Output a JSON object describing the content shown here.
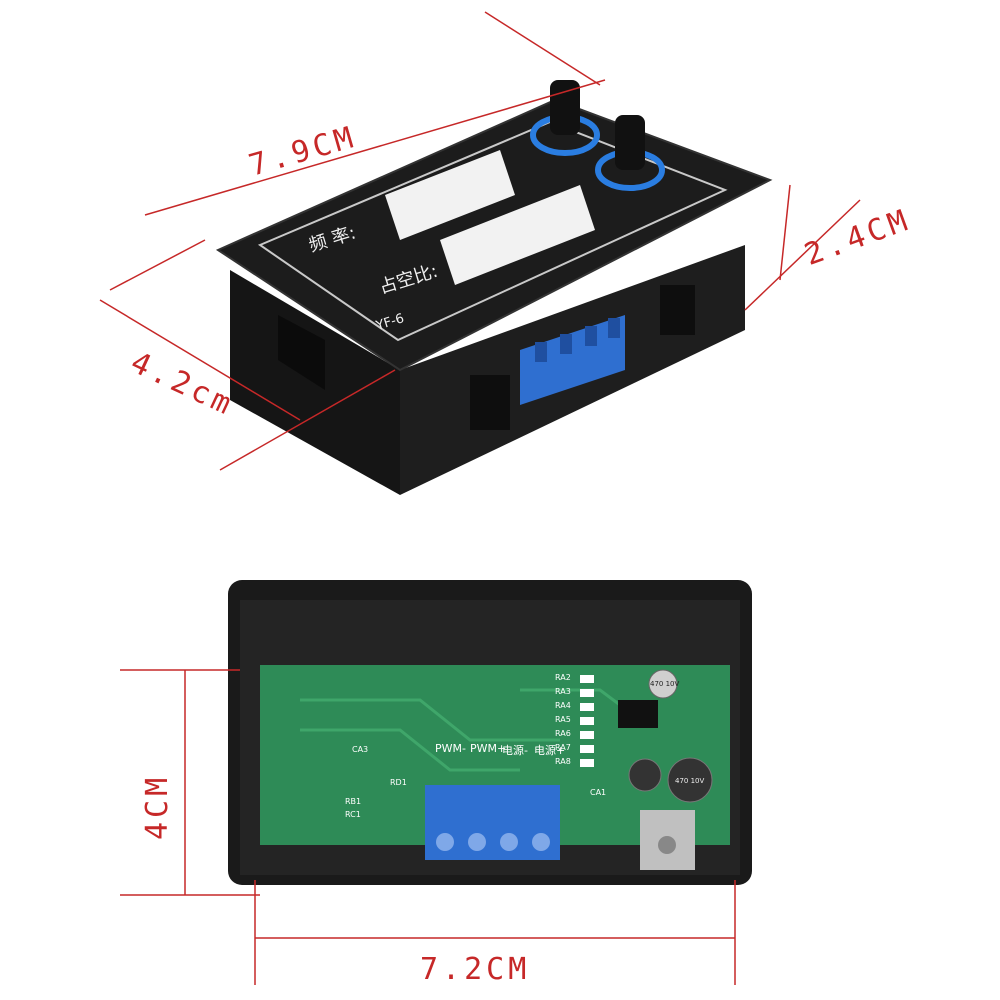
{
  "dimensions": {
    "top_length": "7.9CM",
    "top_height": "2.4CM",
    "top_depth": "4.2cm",
    "bottom_height": "4CM",
    "bottom_width": "7.2CM"
  },
  "front_panel": {
    "frequency_label": "频 率:",
    "duty_label": "占空比:",
    "model": "YF-6"
  },
  "pcb": {
    "terminal_labels": [
      "PWM-",
      "PWM+",
      "电源-",
      "电源+"
    ],
    "resistor_labels": [
      "RA2",
      "RA3",
      "RA4",
      "RA5",
      "RA6",
      "RA7",
      "RA8"
    ],
    "small_labels": [
      "CA3",
      "RB1",
      "RC1",
      "RD1",
      "CA1"
    ],
    "cap_small": "470 10V",
    "cap_large": "470 10V"
  },
  "colors": {
    "dimension_lines": "#c62828",
    "housing": "#1b1b1b",
    "pcb": "#2e8b57",
    "terminal": "#2f6fd0",
    "display_glow": "#f2f2f2"
  }
}
